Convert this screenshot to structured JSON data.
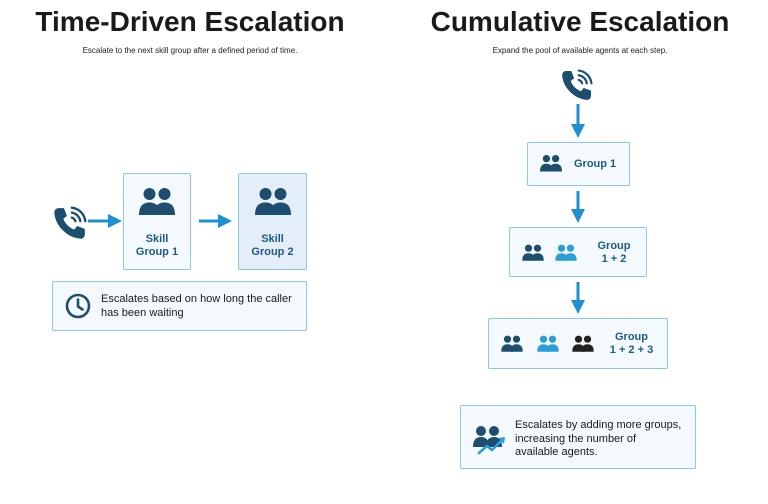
{
  "colors": {
    "navy": "#1d4e6e",
    "accent_blue": "#2a9fd6",
    "black_group": "#222222",
    "box_border": "#8ec6e6",
    "arrow": "#1e90d2"
  },
  "left": {
    "title": "Time-Driven Escalation",
    "subtitle": "Escalate to the next skill group after a defined period of time.",
    "phone_icon": "phone-ringing-icon",
    "boxes": [
      {
        "line1": "Skill",
        "line2": "Group 1",
        "icon": "group-icon"
      },
      {
        "line1": "Skill",
        "line2": "Group 2",
        "icon": "group-icon"
      }
    ],
    "note": {
      "icon": "clock-icon",
      "line1": "Escalates based on how long the caller",
      "line2": "has been waiting"
    }
  },
  "right": {
    "title": "Cumulative Escalation",
    "subtitle": "Expand the pool of available agents at each step.",
    "phone_icon": "phone-ringing-icon",
    "steps": [
      {
        "line1": "Group 1",
        "groups": 1
      },
      {
        "line1": "Group",
        "line2": "1 + 2",
        "groups": 2
      },
      {
        "line1": "Group",
        "line2": "1 + 2 + 3",
        "groups": 3
      }
    ],
    "note": {
      "icon": "group-growth-icon",
      "line1": "Escalates by adding more groups,",
      "line2": "increasing the number of",
      "line3": "available agents."
    }
  }
}
